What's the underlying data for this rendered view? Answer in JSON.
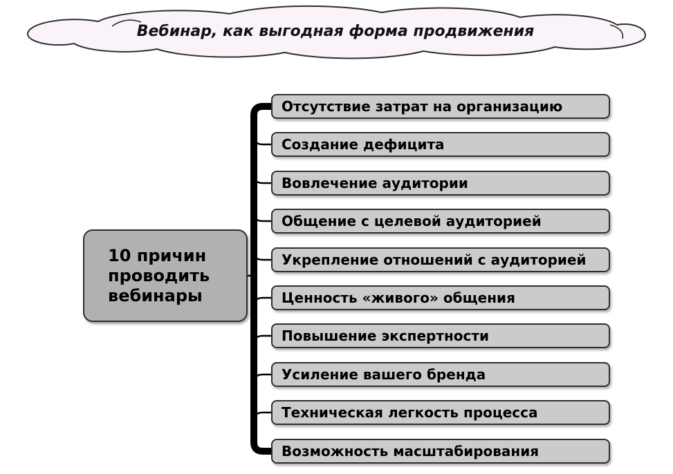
{
  "title": {
    "text": "Вебинар, как выгодная форма продвижения"
  },
  "hub": {
    "label": "10 причин\nпроводить\nвебинары"
  },
  "items": [
    "Отсутствие затрат на организацию",
    "Создание дефицита",
    "Вовлечение аудитории",
    "Общение с целевой аудиторией",
    "Укрепление отношений с аудиторией",
    "Ценность «живого» общения",
    "Повышение экспертности",
    "Усиление вашего бренда",
    "Техническая легкость процесса",
    "Возможность масштабирования"
  ],
  "colors": {
    "cloud-fill": "#faf4fa",
    "hub-fill": "#b1b1b1",
    "item-fill": "#cbcbcb",
    "outline": "#2e2e2e",
    "connector": "#000000"
  }
}
